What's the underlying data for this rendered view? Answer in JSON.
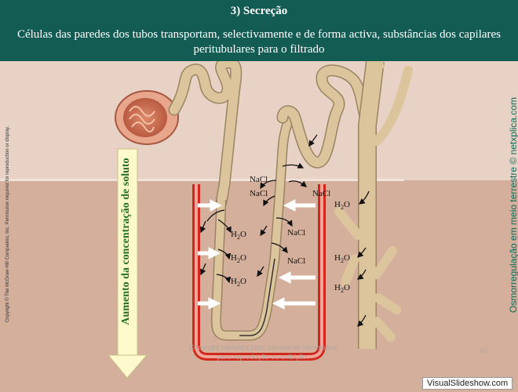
{
  "header": {
    "title": "3) Secreção",
    "subtitle": "Células das paredes dos tubos transportam, selectivamente e de forma activa, substâncias dos capilares peritubulares para o filtrado"
  },
  "side_text_left": "Copyright © The McGraw-Hill Companies, Inc. Permission required for reproduction or display.",
  "side_text_right": "Osmorregulação em meio terrestre © netxplica.com",
  "gradient_label": "Aumento da concentração de soluto",
  "labels": {
    "nacl": "NaCl",
    "h2o_main": "H",
    "h2o_sub": "2",
    "h2o_tail": "O"
  },
  "bottom_note": "Copyright netxplica.com: permissão necessária para reprodução ou exibição.",
  "page_number": "67",
  "watermark": "VisualSlideshow.com",
  "colors": {
    "header": "#135c54",
    "cortex": "#e8d2c6",
    "medulla": "#d4b09c",
    "tubule": "#dcc49c",
    "capillary": "#d0281f",
    "gradient_arrow": "#fffacd"
  }
}
